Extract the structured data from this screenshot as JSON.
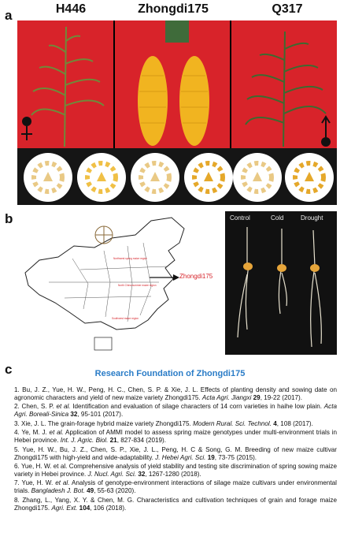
{
  "panel_labels": {
    "a": "a",
    "b": "b",
    "c": "c"
  },
  "varieties": {
    "left": "H446",
    "center": "Zhongdi175",
    "right": "Q317"
  },
  "map": {
    "arrow_label": "Zhongdi175",
    "region_labels": [
      "Northwest spring maize region",
      "North China summer maize region",
      "Southwest maize region"
    ]
  },
  "germination": {
    "labels": [
      "Control",
      "Cold",
      "Drought"
    ]
  },
  "section_title": "Research Foundation of Zhongdi175",
  "references": [
    [
      {
        "t": "1. Bu, J. Z., Yue, H. W., Peng, H. C., Chen, S. P. & Xie, J. L. Effects of planting density and sowing date on agronomic characters  and yield of new maize variety Zhongdi175. "
      },
      {
        "t": "Acta Agri. Jiangxi",
        "s": "it"
      },
      {
        "t": " "
      },
      {
        "t": "29",
        "s": "b"
      },
      {
        "t": ", 19-22 (2017)."
      }
    ],
    [
      {
        "t": "2. Chen, S. P. "
      },
      {
        "t": "et al.",
        "s": "it"
      },
      {
        "t": " Identification and evaluation of silage characters of 14 corn varieties in haihe low plain. "
      },
      {
        "t": "Acta Agri. Boreali-Sinica",
        "s": "it"
      },
      {
        "t": " "
      },
      {
        "t": "32",
        "s": "b"
      },
      {
        "t": ", 95-101 (2017)."
      }
    ],
    [
      {
        "t": "3. Xie, J. L. The grain-forage hybrid maize variety Zhongdi175. "
      },
      {
        "t": "Modern Rural. Sci. Technol.",
        "s": "it"
      },
      {
        "t": " "
      },
      {
        "t": "4",
        "s": "b"
      },
      {
        "t": ", 108 (2017)."
      }
    ],
    [
      {
        "t": "4. Ye, M. J. "
      },
      {
        "t": "et al.",
        "s": "it"
      },
      {
        "t": " Application of AMMI model to assess spring maize genotypes under multi-environment trials in Hebei province. "
      },
      {
        "t": "Int. J. Agric. Biol.",
        "s": "it"
      },
      {
        "t": " "
      },
      {
        "t": "21",
        "s": "b"
      },
      {
        "t": ", 827-834 (2019)."
      }
    ],
    [
      {
        "t": "5. Yue, H. W., Bu, J. Z., Chen, S. P., Xie, J. L., Peng, H. C & Song, G. M. Breeding of new maize cultivar Zhongdi175 with high-yield and wide-adaptability. "
      },
      {
        "t": "J. Hebei Agri. Sci.",
        "s": "it"
      },
      {
        "t": " "
      },
      {
        "t": "19",
        "s": "b"
      },
      {
        "t": ", 73-75 (2015)."
      }
    ],
    [
      {
        "t": "6. Yue, H. W. et al. Comprehensive analysis of yield stability and testing site discrimination of spring sowing maize variety in Hebei province. "
      },
      {
        "t": "J. Nucl. Agri. Sci.",
        "s": "it"
      },
      {
        "t": " "
      },
      {
        "t": "32",
        "s": "b"
      },
      {
        "t": ", 1267-1280 (2018)."
      }
    ],
    [
      {
        "t": "7. Yue, H. W. "
      },
      {
        "t": "et al.",
        "s": "it"
      },
      {
        "t": " Analysis of genotype-environment interactions of silage maize cultivars under environmental trials. "
      },
      {
        "t": "Bangladesh J. Bot.",
        "s": "it"
      },
      {
        "t": " "
      },
      {
        "t": "49",
        "s": "b"
      },
      {
        "t": ", 55-63 (2020)."
      }
    ],
    [
      {
        "t": "8. Zhang, L., Yang, X. Y. & Chen, M. G. Characteristics and cultivation techniques of grain  and forage maize Zhongdi175. "
      },
      {
        "t": "Agri. Ext.",
        "s": "it"
      },
      {
        "t": " "
      },
      {
        "t": "104",
        "s": "b"
      },
      {
        "t": ", 106 (2018)."
      }
    ]
  ],
  "colors": {
    "red_bg": "#d8232a",
    "title_blue": "#2a7cc7",
    "map_label_red": "#d6232a",
    "map_label_blue": "#2a45c8"
  }
}
